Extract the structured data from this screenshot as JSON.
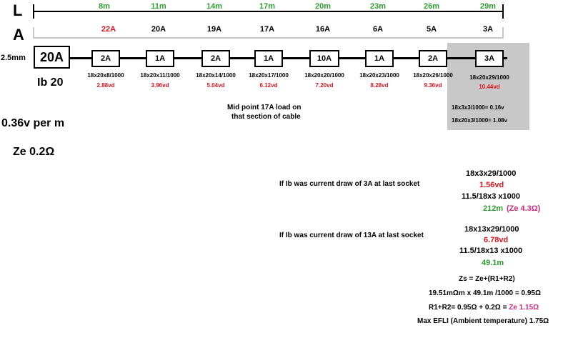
{
  "axes": {
    "l_letter": "L",
    "a_letter": "A",
    "distances": [
      "8m",
      "11m",
      "14m",
      "17m",
      "20m",
      "23m",
      "26m",
      "29m"
    ],
    "amps": [
      "22A",
      "20A",
      "19A",
      "17A",
      "16A",
      "6A",
      "5A",
      "3A"
    ]
  },
  "colors": {
    "green": "#2e9e2e",
    "red": "#e0141e",
    "pink": "#d6267a",
    "grey_panel": "#c8c8c8"
  },
  "circuit": {
    "cable_size": "2.5mm",
    "breaker_label": "20A",
    "ib_label": "Ib 20",
    "sockets": [
      {
        "load": "2A",
        "calc": "18x20x8/1000",
        "vd": "2.88vd"
      },
      {
        "load": "1A",
        "calc": "18x20x11/1000",
        "vd": "3.96vd"
      },
      {
        "load": "2A",
        "calc": "18x20x14/1000",
        "vd": "5.04vd"
      },
      {
        "load": "1A",
        "calc": "18x20x17/1000",
        "vd": "6.12vd"
      },
      {
        "load": "10A",
        "calc": "18x20x20/1000",
        "vd": "7.20vd"
      },
      {
        "load": "1A",
        "calc": "18x20x23/1000",
        "vd": "8.28vd"
      },
      {
        "load": "2A",
        "calc": "18x20x26/1000",
        "vd": "9.36vd"
      },
      {
        "load": "3A",
        "calc": "18x20x29/1000",
        "vd": "10.44vd"
      }
    ]
  },
  "panel": {
    "line1": "18x3x3/1000= 0.16v",
    "line2": "18x20x3/1000= 1.08v"
  },
  "midpoint_note": {
    "line1": "Mid point 17A load on",
    "line2": "that section of cable"
  },
  "per_m": "0.36v per m",
  "ze": "Ze 0.2Ω",
  "scenario_3a": {
    "label": "If Ib was current draw of 3A at last socket",
    "calc1": "18x3x29/1000",
    "vd": "1.56vd",
    "calc2": "11.5/18x3 x1000",
    "result": "212m",
    "result_ze": "(Ze 4.3Ω)"
  },
  "scenario_13a": {
    "label": "If Ib was current draw of 13A at last socket",
    "calc1": "18x13x29/1000",
    "vd": "6.78vd",
    "calc2": "11.5/18x13 x1000",
    "result": "49.1m"
  },
  "zs": {
    "formula": "Zs = Ze+(R1+R2)",
    "line1": "19.51mΩm x 49.1m /1000 = 0.95Ω",
    "line2_prefix": "R1+R2= 0.95Ω + 0.2Ω = ",
    "line2_result": "Ze 1.15Ω",
    "efli": "Max EFLI (Ambient temperature) 1.75Ω"
  }
}
